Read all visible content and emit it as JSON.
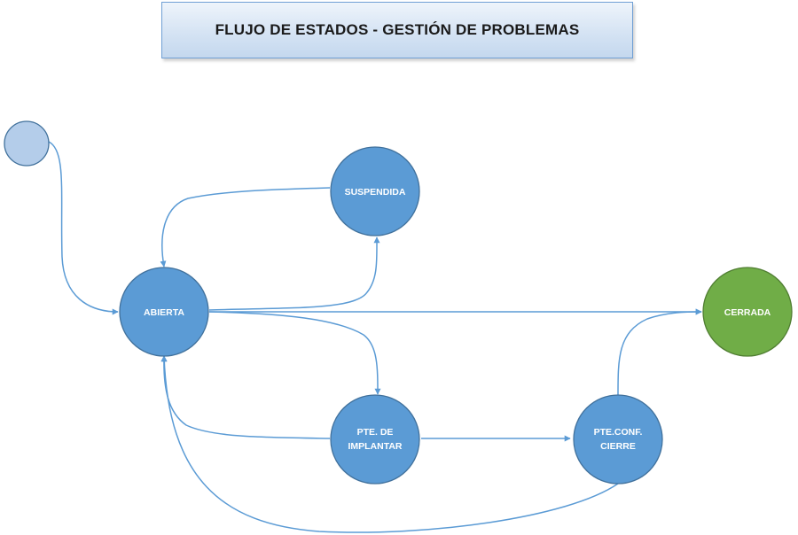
{
  "title": "FLUJO DE ESTADOS - GESTIÓN DE PROBLEMAS",
  "colors": {
    "state_fill": "#5b9bd5",
    "state_stroke": "#41719c",
    "start_fill": "#b4cdea",
    "closed_fill": "#70ad47",
    "closed_stroke": "#507e32",
    "arrow": "#5b9bd5"
  },
  "nodes": {
    "start": {
      "label": ""
    },
    "abierta": {
      "label": "ABIERTA"
    },
    "suspendida": {
      "label": "SUSPENDIDA"
    },
    "pte_implantar": {
      "label_line1": "PTE. DE",
      "label_line2": "IMPLANTAR"
    },
    "pte_conf_cierre": {
      "label_line1": "PTE.CONF.",
      "label_line2": "CIERRE"
    },
    "cerrada": {
      "label": "CERRADA"
    }
  },
  "transitions": [
    {
      "from": "start",
      "to": "abierta"
    },
    {
      "from": "abierta",
      "to": "suspendida"
    },
    {
      "from": "suspendida",
      "to": "abierta"
    },
    {
      "from": "abierta",
      "to": "cerrada"
    },
    {
      "from": "abierta",
      "to": "pte_implantar"
    },
    {
      "from": "pte_implantar",
      "to": "abierta"
    },
    {
      "from": "pte_implantar",
      "to": "pte_conf_cierre"
    },
    {
      "from": "pte_conf_cierre",
      "to": "cerrada"
    },
    {
      "from": "pte_conf_cierre",
      "to": "abierta"
    }
  ]
}
